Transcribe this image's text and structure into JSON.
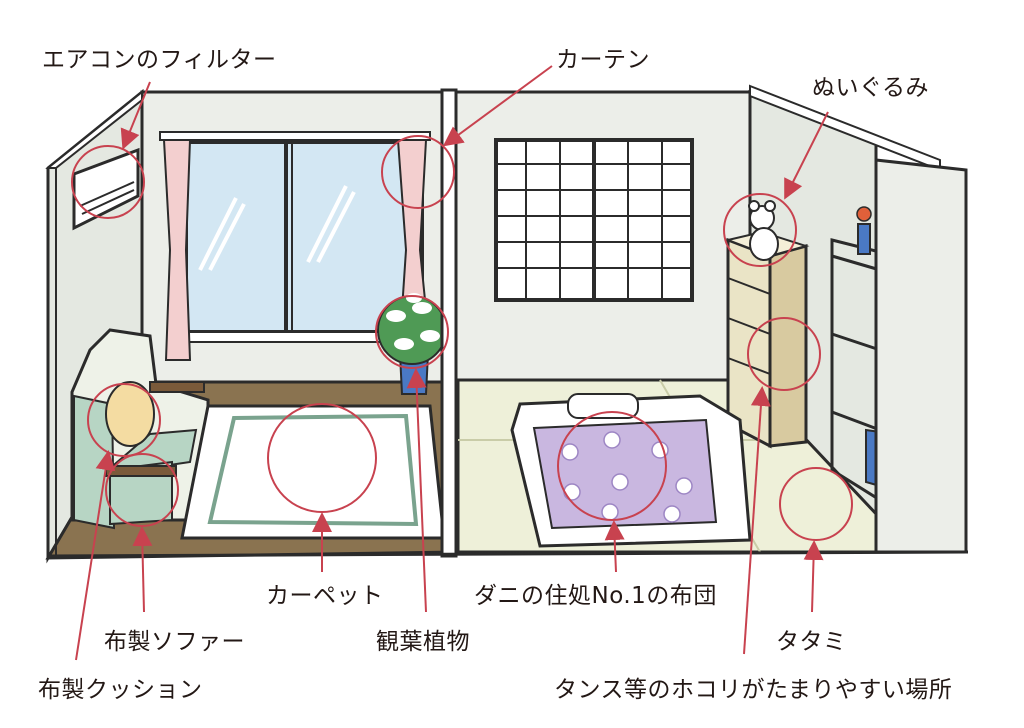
{
  "labels": {
    "aircon_filter": "エアコンのフィルター",
    "curtain": "カーテン",
    "stuffed_toy": "ぬいぐるみ",
    "carpet": "カーペット",
    "futon": "ダニの住処No.1の布団",
    "fabric_sofa": "布製ソファー",
    "plant": "観葉植物",
    "tatami": "タタミ",
    "fabric_cushion": "布製クッション",
    "dust_spot": "タンス等のホコリがたまりやすい場所"
  },
  "colors": {
    "marker": "#c8424f",
    "outline": "#2b2b2b",
    "wall": "#e9ece6",
    "floor_wood": "#8a7350",
    "tatami": "#eef0d9",
    "window_glass": "#d3e7f3",
    "curtain": "#f3cfcf",
    "sofa": "#b7d5c4",
    "futon": "#c9b7e0"
  }
}
